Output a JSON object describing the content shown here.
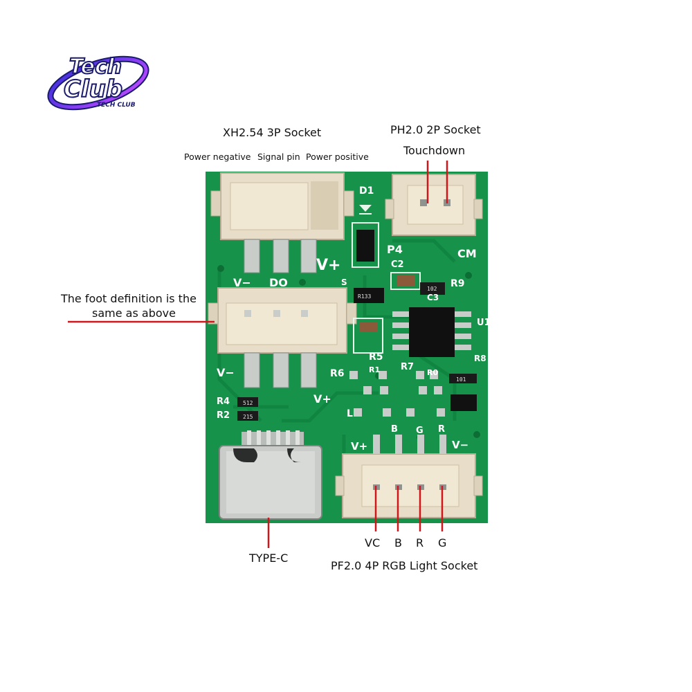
{
  "logo": {
    "text_top": "Tech",
    "text_mid": "Club",
    "text_small": "TECH CLUB"
  },
  "labels": {
    "xh_socket": "XH2.54 3P Socket",
    "power_negative": "Power negative",
    "signal_pin": "Signal pin",
    "power_positive": "Power positive",
    "ph_socket": "PH2.0 2P Socket",
    "touchdown": "Touchdown",
    "foot_line1": "The foot definition is the",
    "foot_line2": "same as above",
    "vc": "VC",
    "b": "B",
    "r": "R",
    "g": "G",
    "type_c": "TYPE-C",
    "pf_socket": "PF2.0 4P RGB Light Socket"
  },
  "silkscreen": {
    "d1": "D1",
    "p4": "P4",
    "cm": "CM",
    "c2": "C2",
    "r9": "R9",
    "c3": "C3",
    "u1": "U1",
    "vplus_top": "V+",
    "s": "S",
    "vminus_top": "V−",
    "do_label": "DO",
    "r5": "R5",
    "r6": "R6",
    "r7": "R7",
    "r1": "R1",
    "r0": "R0",
    "r8": "R8",
    "vminus_mid": "V−",
    "vplus_mid": "V+",
    "r4": "R4",
    "r2": "R2",
    "vplus_bot": "V+",
    "b_bot": "B",
    "g_bot": "G",
    "r_bot": "R",
    "vminus_bot": "V−",
    "chip_a": "R133",
    "chip_b": "102",
    "chip_c": "512",
    "chip_d": "215",
    "chip_e": "101",
    "l_mark": "L"
  },
  "colors": {
    "pcb": "#17924a",
    "pcb_dark": "#0d7a3a",
    "connector": "#e7ddc8",
    "pad": "#c9cdc9",
    "line": "#d0161b"
  }
}
